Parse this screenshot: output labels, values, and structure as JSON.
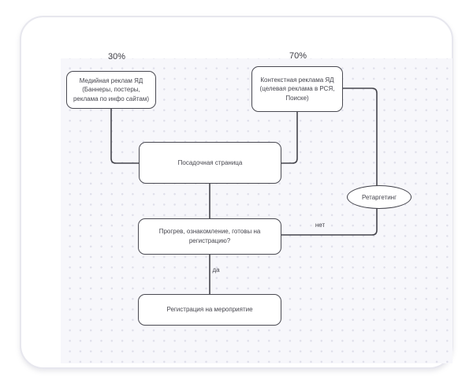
{
  "diagram": {
    "percent_left": "30%",
    "percent_right": "70%",
    "edge_no_label": "нет",
    "edge_yes_label": "да",
    "nodes": {
      "media_ads": {
        "lines": [
          "Медийная реклам ЯД",
          "(Баннеры, постеры,",
          "реклама по инфо сайтам)"
        ]
      },
      "context_ads": {
        "lines": [
          "Контекстная реклама ЯД",
          "(целевая реклама в РСЯ,",
          "Поиске)"
        ]
      },
      "landing_page": {
        "label": "Посадочная страница"
      },
      "warmup_question": {
        "lines": [
          "Прогрев, ознакомление, готовы на",
          "регистрацию?"
        ]
      },
      "registration": {
        "label": "Регистрация на мероприятие"
      },
      "retargeting": {
        "label": "Ретаргетинг"
      }
    },
    "colors": {
      "edge_stroke": "#45454c",
      "node_border": "#4a4a52",
      "text": "#46464e",
      "canvas_background": "#f7f7fb",
      "dot_grid": "#dfdfea",
      "card_border": "#e7e7ee"
    }
  }
}
